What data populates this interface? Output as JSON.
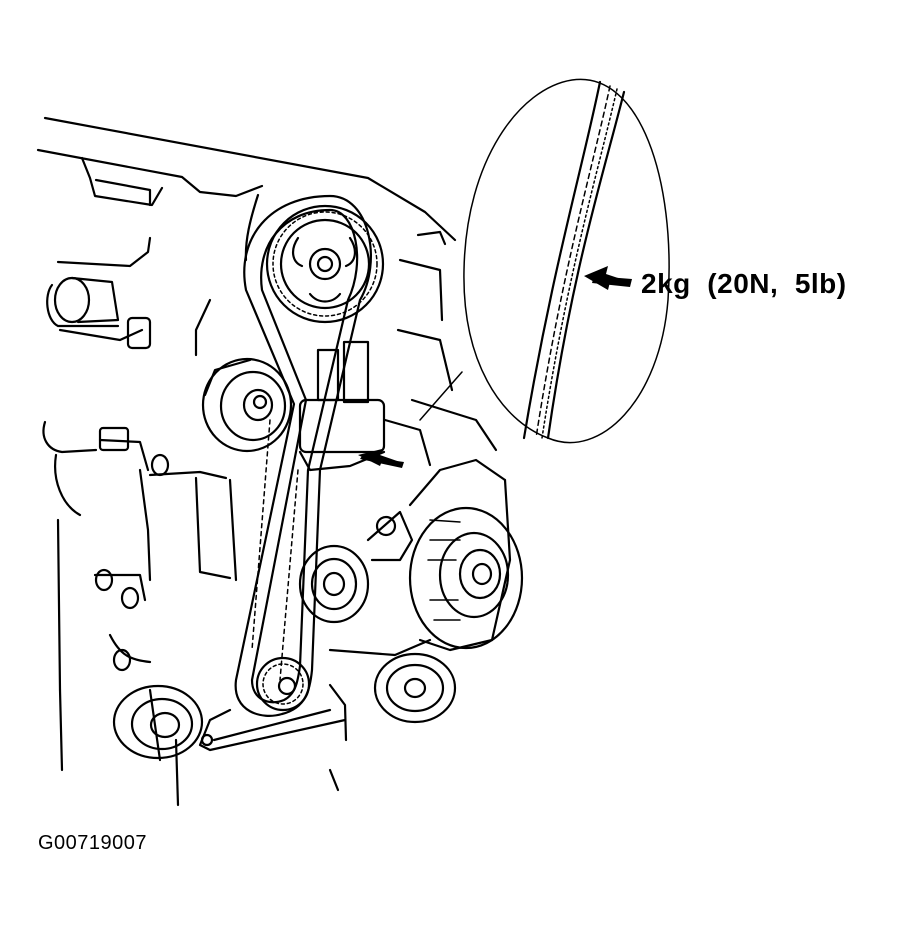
{
  "diagram": {
    "tension_callout": "2kg  (20N,  5lb)",
    "figure_id": "G00719007"
  },
  "parts": [
    "timing-belt",
    "camshaft-sprocket",
    "crankshaft-sprocket",
    "idler-pulley",
    "tensioner-pulley",
    "water-pump-pulley",
    "alternator-pulley",
    "belt-detail-magnifier"
  ]
}
